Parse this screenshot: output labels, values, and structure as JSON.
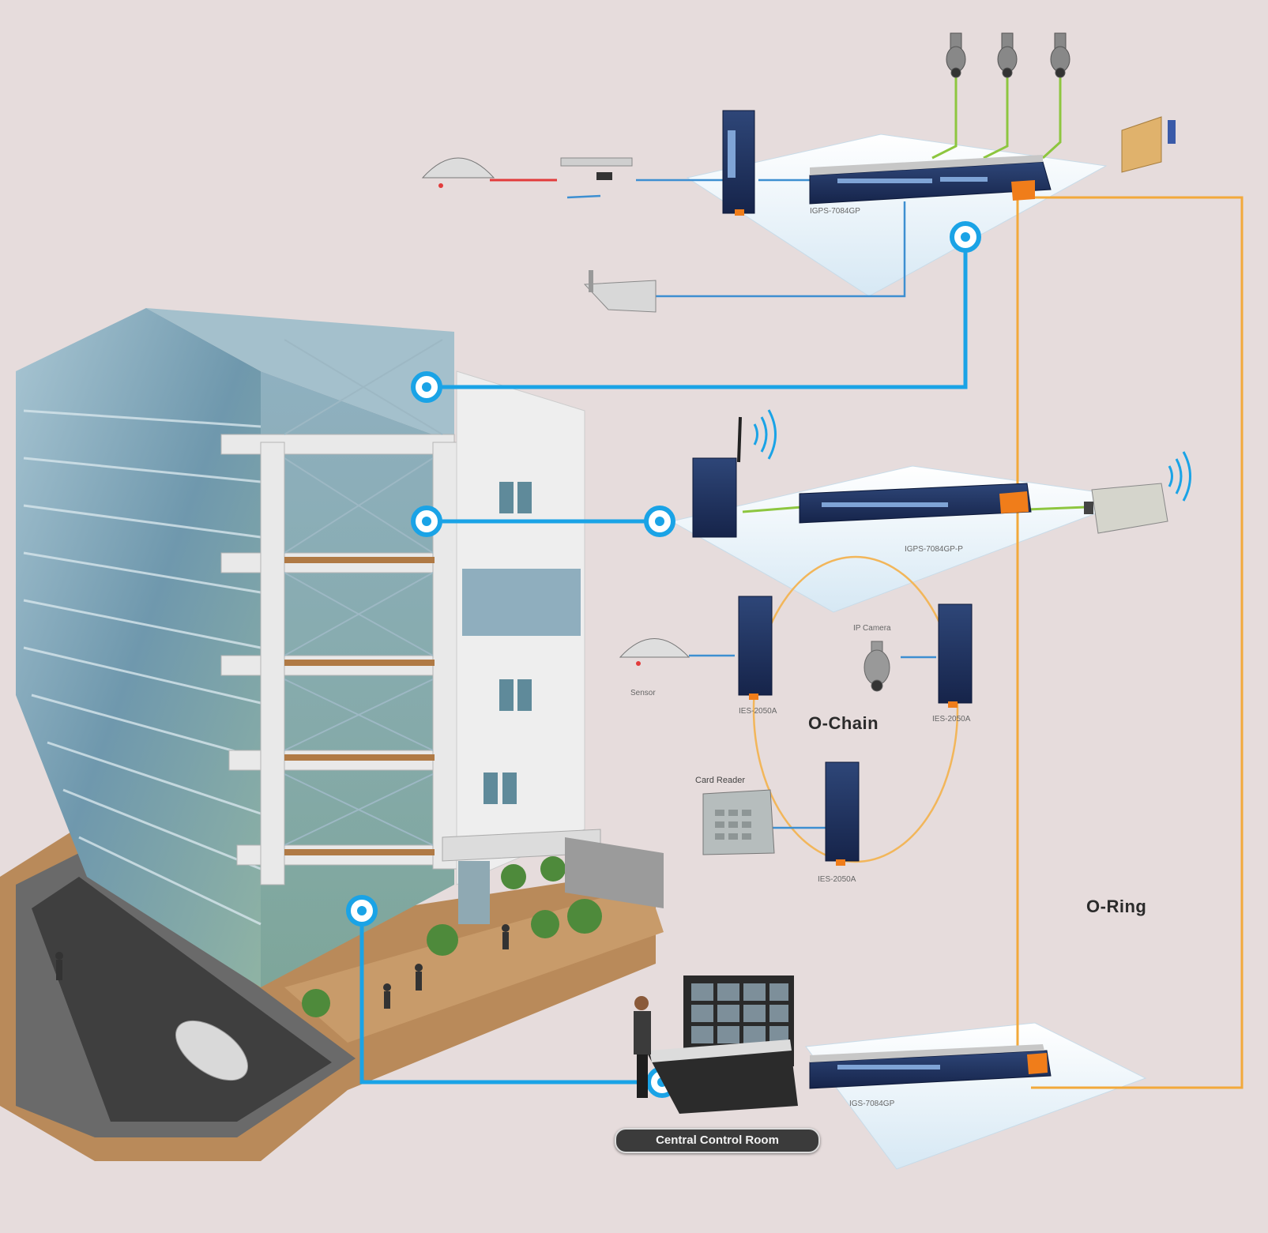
{
  "labels": {
    "o_chain": "O-Chain",
    "o_ring": "O-Ring",
    "central_control_room": "Central Control Room",
    "card_reader": "Card Reader",
    "sensor": "Sensor",
    "ip_camera": "IP Camera",
    "switch_top": "IGPS-7084GP",
    "switch_mid": "IGPS-7084GP-P",
    "switch_bottom": "IGS-7084GP",
    "chain_switch_left": "IES-2050A",
    "chain_switch_right": "IES-2050A",
    "chain_switch_bottom": "IES-2050A"
  },
  "colors": {
    "background": "#e6dcdc",
    "link_blue": "#1aa3e6",
    "ring_orange": "#f2a93b",
    "poe_green": "#8dc63f",
    "sensor_red": "#e23b3b",
    "switch_navy": "#1f2f5c",
    "switch_accent": "#f07d1a"
  },
  "icons": [
    "building-illustration",
    "ip-camera-icon",
    "wireless-signal-icon",
    "smoke-sensor-icon",
    "card-reader-icon",
    "access-point-icon",
    "control-console-icon",
    "switch-icon"
  ]
}
